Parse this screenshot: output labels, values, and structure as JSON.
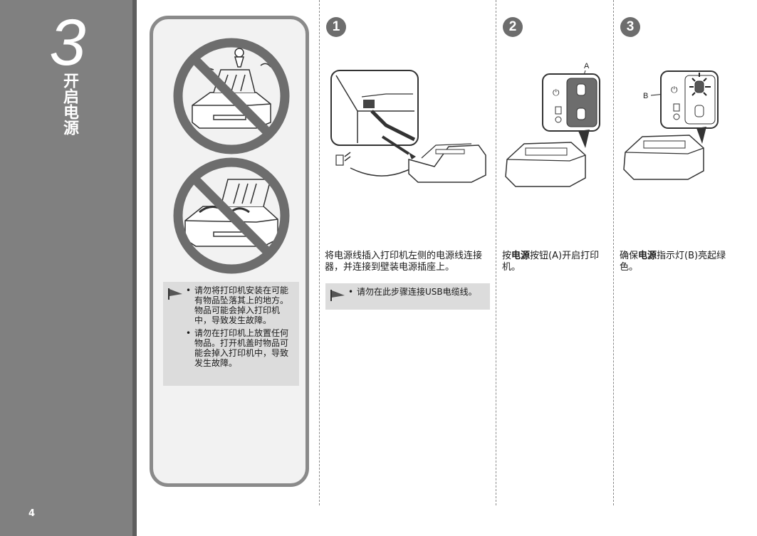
{
  "sidebar": {
    "step_number": "3",
    "title": "开启电源",
    "page_number": "4"
  },
  "warnings": {
    "items": [
      "请勿将打印机安装在可能有物品坠落其上的地方。物品可能会掉入打印机中，导致发生故障。",
      "请勿在打印机上放置任何物品。打开机盖时物品可能会掉入打印机中，导致发生故障。"
    ]
  },
  "steps": [
    {
      "number": "1",
      "text": "将电源线插入打印机左侧的电源线连接器，并连接到壁装电源插座上。",
      "note": "请勿在此步骤连接USB电缆线。"
    },
    {
      "number": "2",
      "text_before": "按",
      "text_bold": "电源",
      "text_after": "按钮(A)开启打印机。",
      "label": "A"
    },
    {
      "number": "3",
      "text_before": "确保",
      "text_bold": "电源",
      "text_after": "指示灯(B)亮起绿色。",
      "label": "B"
    }
  ]
}
